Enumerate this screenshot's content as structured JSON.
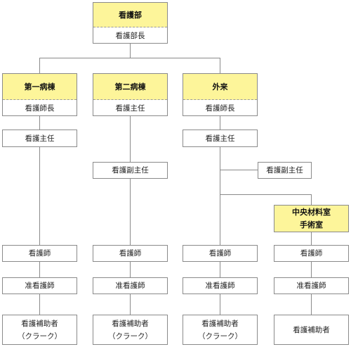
{
  "top": {
    "header": "看護部",
    "sub": "看護部長"
  },
  "units": [
    {
      "header": "第一病棟",
      "sub": "看護師長"
    },
    {
      "header": "第二病棟",
      "sub": "看護主任"
    },
    {
      "header": "外来",
      "sub": "看護師長"
    }
  ],
  "special": {
    "line1": "中央材料室",
    "line2": "手術室"
  },
  "roles": {
    "head_nurse_deputy": "看護主任",
    "assistant_head": "看護副主任",
    "nurse": "看護師",
    "assoc_nurse": "准看護師",
    "aide": "看護補助者",
    "clerk": "（クラーク）"
  }
}
